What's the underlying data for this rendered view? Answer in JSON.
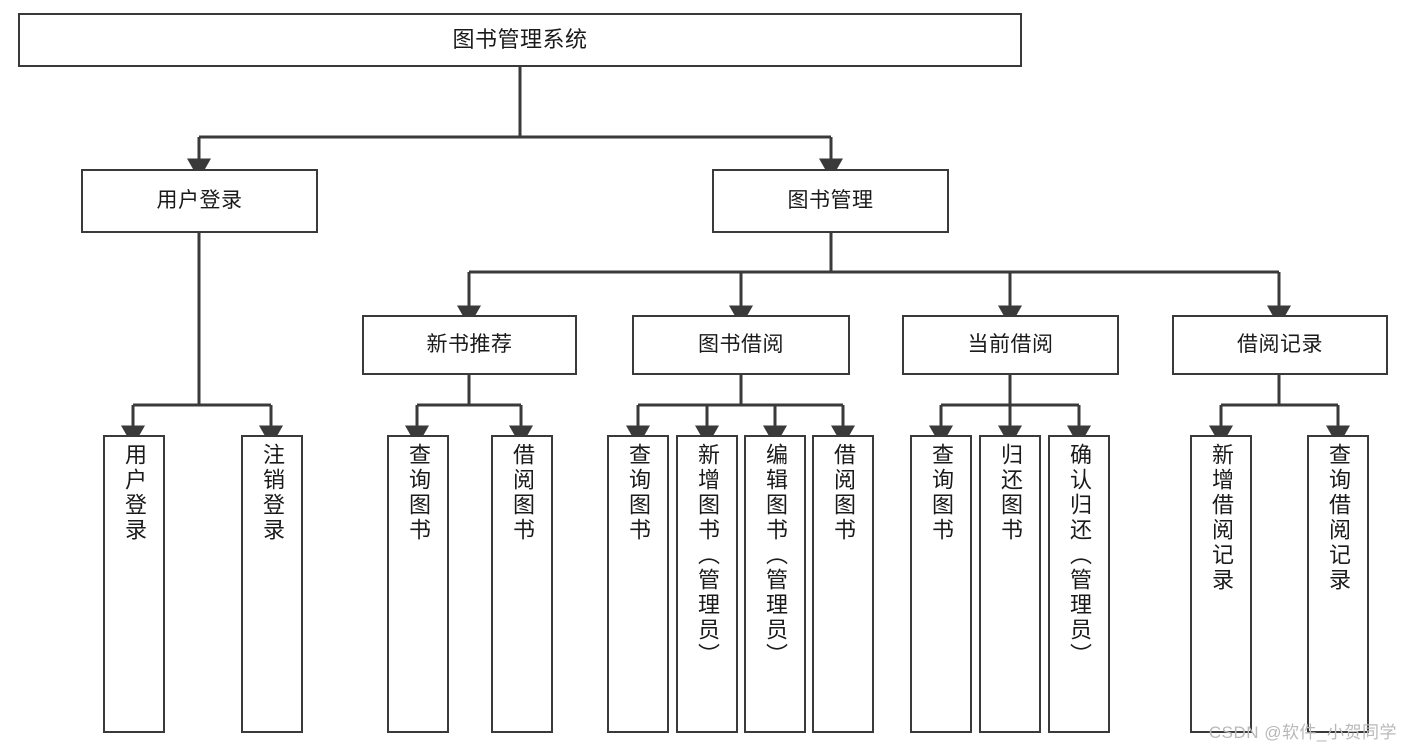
{
  "diagram": {
    "title": "图书管理系统",
    "watermark": "CSDN @软件_小贺同学",
    "colors": {
      "border": "#3a3a3a",
      "background": "#ffffff",
      "text": "#1a1a1a",
      "edge": "#3a3a3a",
      "watermark": "#b9b9b9"
    },
    "root": {
      "label": "图书管理系统"
    },
    "level2": [
      {
        "label": "用户登录"
      },
      {
        "label": "图书管理"
      }
    ],
    "level3": [
      {
        "label": "新书推荐"
      },
      {
        "label": "图书借阅"
      },
      {
        "label": "当前借阅"
      },
      {
        "label": "借阅记录"
      }
    ],
    "leaves": {
      "user_login": [
        {
          "label": "用户登录"
        },
        {
          "label": "注销登录"
        }
      ],
      "new_book": [
        {
          "label": "查询图书"
        },
        {
          "label": "借阅图书"
        }
      ],
      "borrow_book": [
        {
          "label": "查询图书"
        },
        {
          "label": "新增图书（管理员）"
        },
        {
          "label": "编辑图书（管理员）"
        },
        {
          "label": "借阅图书"
        }
      ],
      "current_borrow": [
        {
          "label": "查询图书"
        },
        {
          "label": "归还图书"
        },
        {
          "label": "确认归还（管理员）"
        }
      ],
      "borrow_record": [
        {
          "label": "新增借阅记录"
        },
        {
          "label": "查询借阅记录"
        }
      ]
    }
  }
}
